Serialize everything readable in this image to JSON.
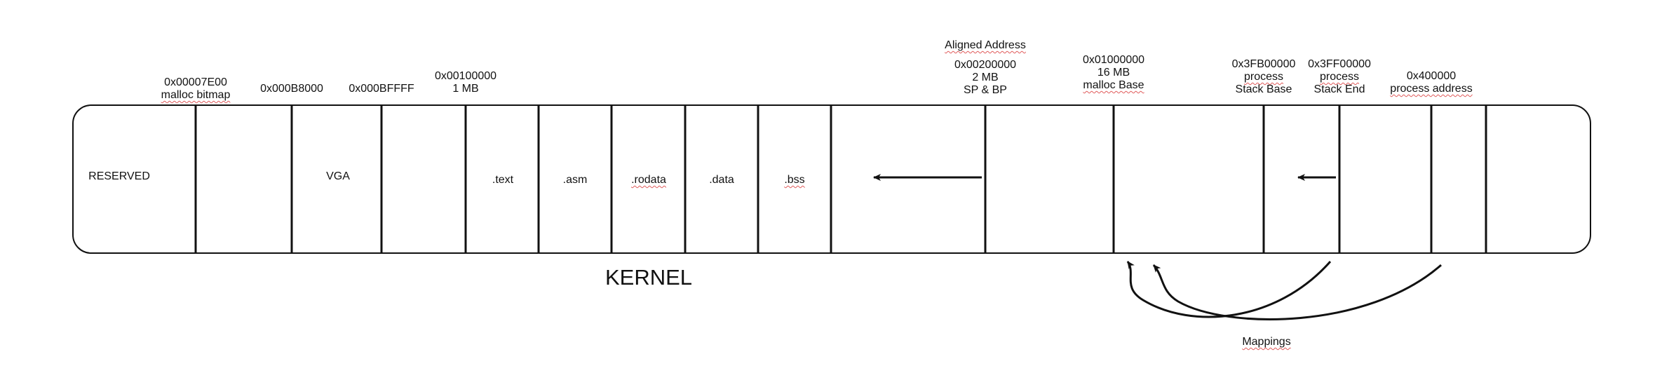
{
  "segments": {
    "reserved": "RESERVED",
    "vga": "VGA",
    "text": ".text",
    "asm": ".asm",
    "rodata": ".rodata",
    "data": ".data",
    "bss": ".bss"
  },
  "addresses": {
    "malloc_bitmap": {
      "addr": "0x00007E00",
      "label": "malloc bitmap"
    },
    "vga_start": {
      "addr": "0x000B8000"
    },
    "vga_end": {
      "addr": "0x000BFFFF"
    },
    "kernel_start": {
      "addr": "0x00100000",
      "size": "1 MB"
    },
    "aligned": {
      "title": "Aligned Address",
      "addr": "0x00200000",
      "size": "2 MB",
      "label": "SP & BP"
    },
    "malloc_base": {
      "addr": "0x01000000",
      "size": "16 MB",
      "label": "malloc Base"
    },
    "stack_base": {
      "addr": "0x3FB00000",
      "label1": "process",
      "label2": "Stack Base"
    },
    "stack_end": {
      "addr": "0x3FF00000",
      "label1": "process",
      "label2": "Stack End"
    },
    "process_addr": {
      "addr": "0x400000",
      "label": "process address"
    }
  },
  "kernel_label": "KERNEL",
  "mappings_label": "Mappings"
}
